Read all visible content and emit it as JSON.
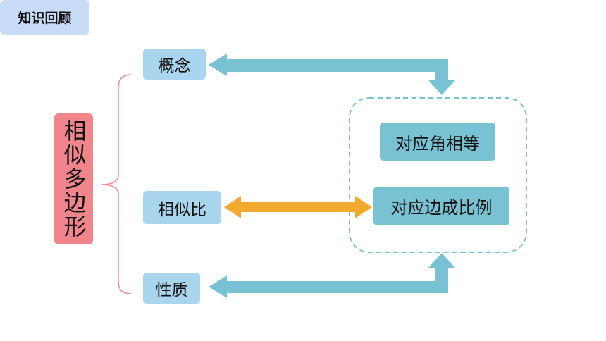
{
  "header": {
    "title": "知识回顾"
  },
  "topic": {
    "label": "相似多边形"
  },
  "nodes": {
    "concept": "概念",
    "ratio": "相似比",
    "property": "性质"
  },
  "results": {
    "angles": "对应角相等",
    "sides": "对应边成比例"
  },
  "colors": {
    "header_bg": "#c9dcf7",
    "node_bg": "#a9d6ee",
    "result_bg": "#79c2d4",
    "topic_bg": "#f0868b",
    "arrow_blue": "#79c2d4",
    "arrow_orange": "#f1a92e",
    "brace": "#f0868b",
    "dashed_frame": "#79c2d4"
  }
}
